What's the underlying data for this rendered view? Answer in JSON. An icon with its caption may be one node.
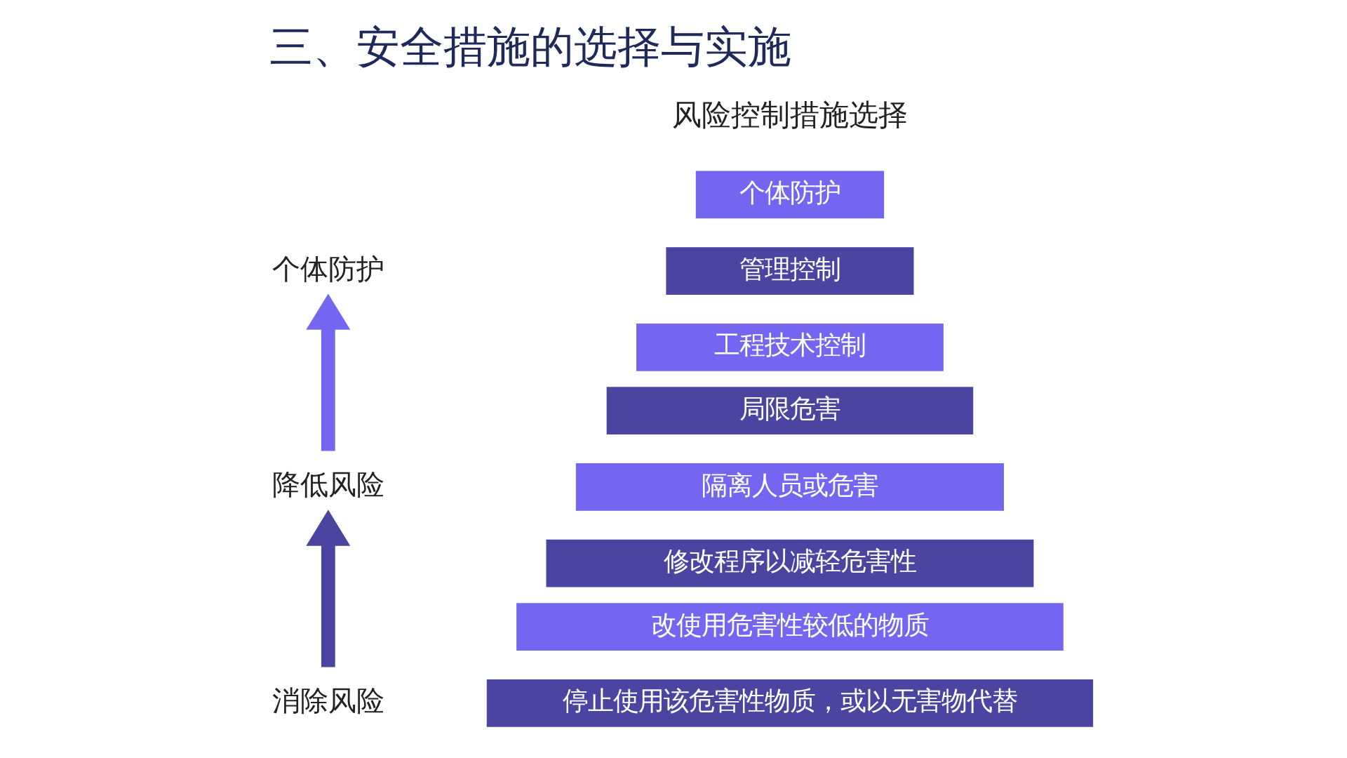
{
  "diagram": {
    "title": "三、安全措施的选择与实施",
    "nodes": [
      {
        "text": [
          "个体防护"
        ]
      },
      {
        "text": [
          "降低风险"
        ]
      },
      {
        "text": [
          "消除风险"
        ]
      },
      {
        "text": [
          "个体防护"
        ]
      },
      {
        "text": [
          "管理控制"
        ]
      },
      {
        "text": [
          "工程技术控制"
        ]
      },
      {
        "text": [
          "局限危害"
        ]
      },
      {
        "text": [
          "隔离人员或危害"
        ]
      },
      {
        "text": [
          "修改程序以减轻危害性"
        ]
      },
      {
        "text": [
          "改使用危害性较低的物质"
        ]
      },
      {
        "text": [
          "停止使用该危害性物质，或以无害物代替"
        ]
      }
    ],
    "edges": [
      {
        "from": 2,
        "to": 1,
        "arrow": "to",
        "color": "#4b44a0"
      },
      {
        "from": 1,
        "to": 0,
        "arrow": "to",
        "color": "#7466f0"
      }
    ],
    "labels": [
      "风险控制措施选择"
    ]
  }
}
